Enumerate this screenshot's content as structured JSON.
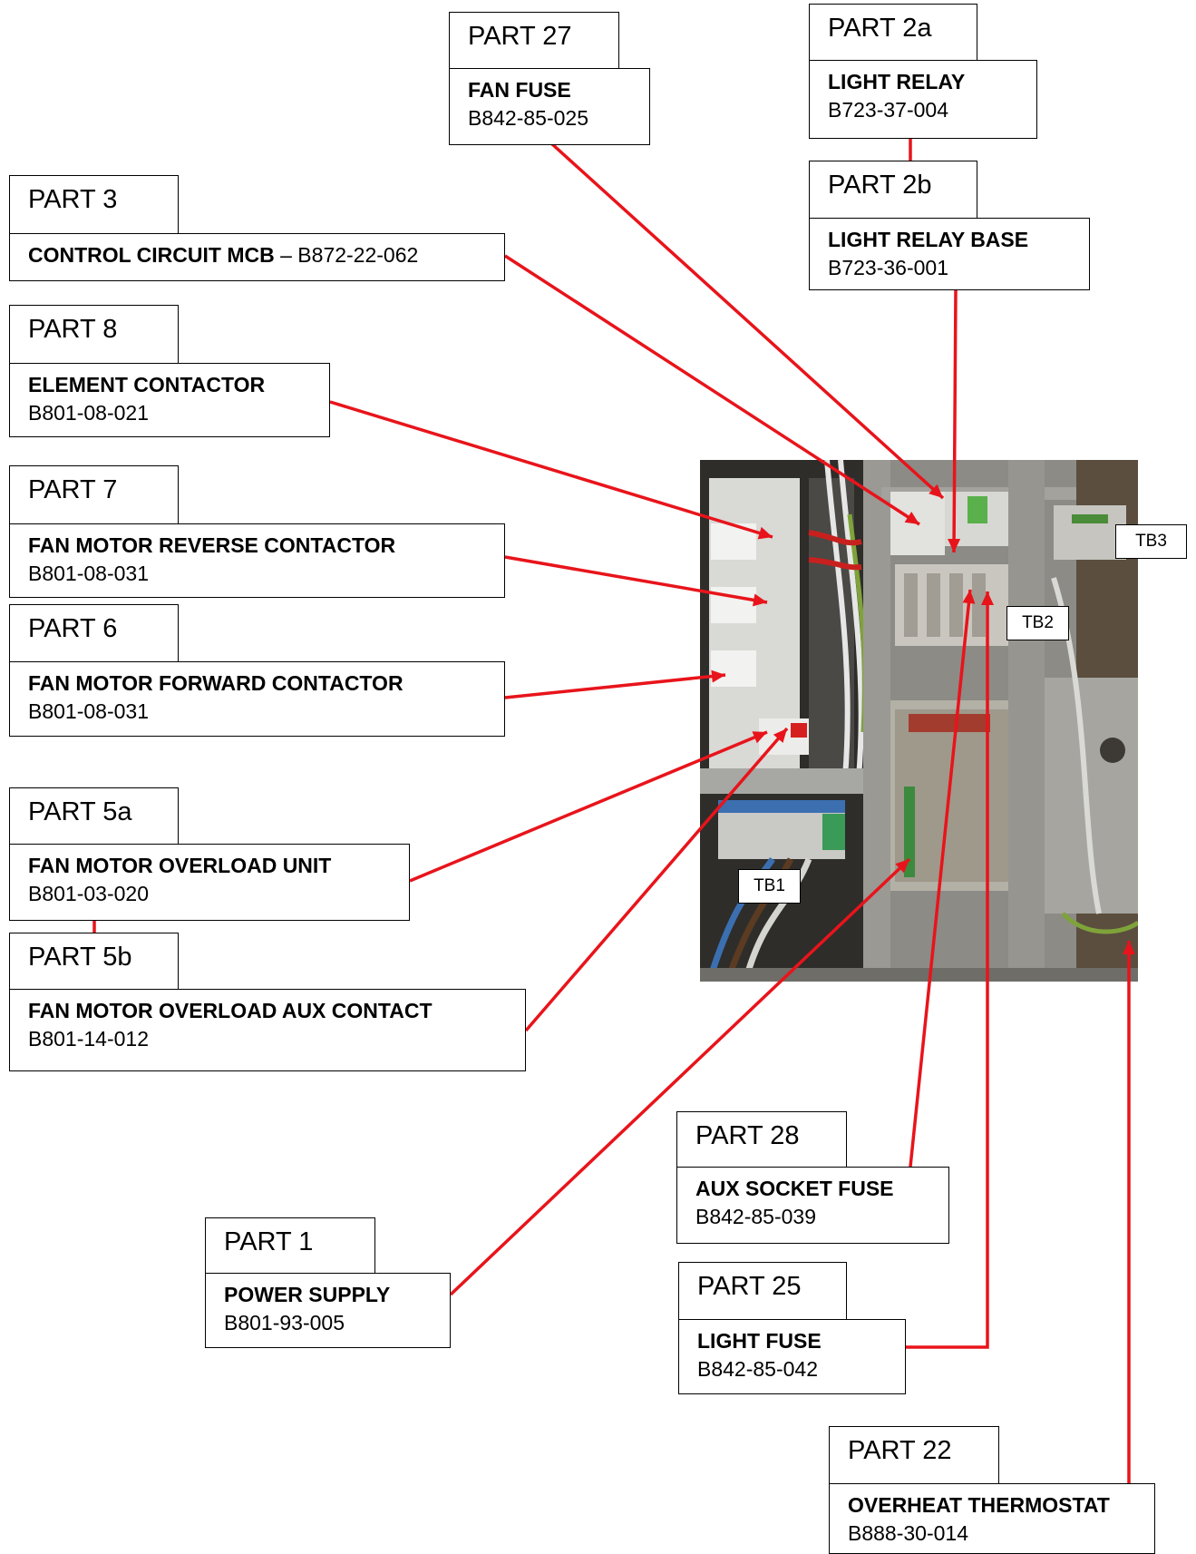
{
  "parts": [
    {
      "id": "p27",
      "tab": "PART 27",
      "name": "FAN FUSE",
      "number": "B842-85-025"
    },
    {
      "id": "p2a",
      "tab": "PART 2a",
      "name": "LIGHT RELAY",
      "number": "B723-37-004"
    },
    {
      "id": "p2b",
      "tab": "PART 2b",
      "name": "LIGHT RELAY BASE",
      "number": "B723-36-001"
    },
    {
      "id": "p3",
      "tab": "PART 3",
      "name": "CONTROL CIRCUIT MCB",
      "number": " – B872-22-062"
    },
    {
      "id": "p8",
      "tab": "PART 8",
      "name": "ELEMENT CONTACTOR",
      "number": "B801-08-021"
    },
    {
      "id": "p7",
      "tab": "PART 7",
      "name": "FAN MOTOR REVERSE CONTACTOR",
      "number": "B801-08-031"
    },
    {
      "id": "p6",
      "tab": "PART 6",
      "name": "FAN MOTOR FORWARD CONTACTOR",
      "number": "B801-08-031"
    },
    {
      "id": "p5a",
      "tab": "PART 5a",
      "name": "FAN MOTOR OVERLOAD UNIT",
      "number": "B801-03-020"
    },
    {
      "id": "p5b",
      "tab": "PART 5b",
      "name": "FAN MOTOR OVERLOAD AUX CONTACT",
      "number": "B801-14-012"
    },
    {
      "id": "p1",
      "tab": "PART 1",
      "name": "POWER SUPPLY",
      "number": "B801-93-005"
    },
    {
      "id": "p28",
      "tab": "PART 28",
      "name": "AUX SOCKET FUSE",
      "number": "B842-85-039"
    },
    {
      "id": "p25",
      "tab": "PART 25",
      "name": "LIGHT FUSE",
      "number": "B842-85-042"
    },
    {
      "id": "p22",
      "tab": "PART 22",
      "name": "OVERHEAT THERMOSTAT",
      "number": "B888-30-014"
    }
  ],
  "terminal_blocks": [
    "TB1",
    "TB2",
    "TB3"
  ],
  "colors": {
    "leader": "#e8141b",
    "border": "#000000"
  }
}
